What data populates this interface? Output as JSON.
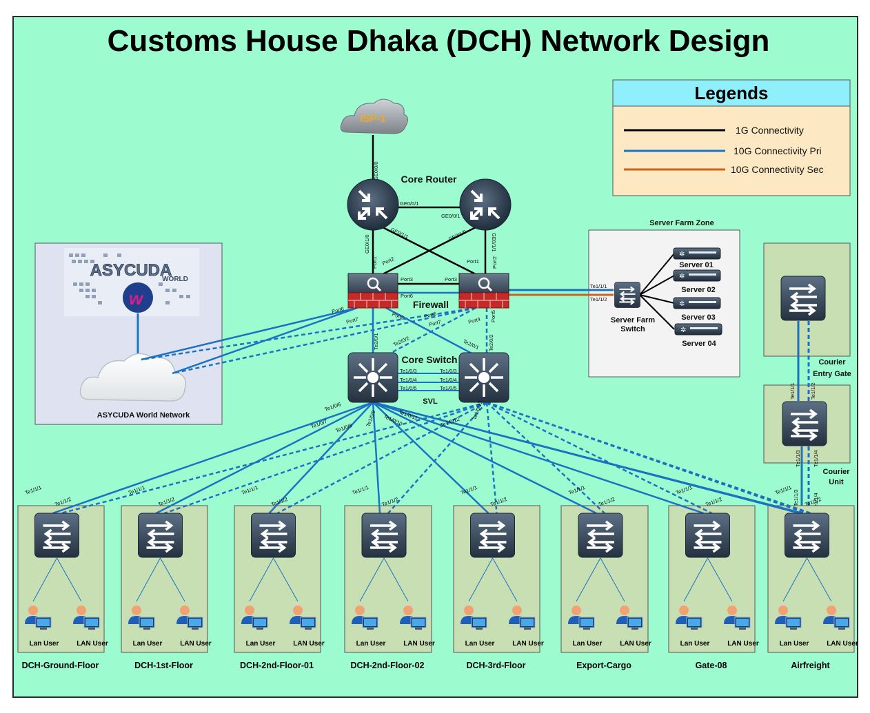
{
  "title": "Customs House Dhaka (DCH) Network Design",
  "legend": {
    "header": "Legends",
    "items": [
      {
        "label": "1G Connectivity",
        "color": "#000000"
      },
      {
        "label": "10G Connectivity Pri",
        "color": "#1a73c1"
      },
      {
        "label": "10G Connectivity Sec",
        "color": "#c8641e"
      }
    ]
  },
  "isp": {
    "label": "ISP-1",
    "port": "GE0/0/0"
  },
  "core_router": {
    "label": "Core Router",
    "link_ports": [
      "GE0/0/1",
      "GE0/0/1"
    ],
    "down_ports": [
      "GE0/1/0",
      "GE0/1/1",
      "GE0/1/0",
      "GE0/1/1"
    ]
  },
  "firewall": {
    "label": "Firewall",
    "ports_left": [
      "Port1",
      "Port2",
      "Port3",
      "Port6",
      "Port5",
      "Port6",
      "Port7",
      "Port4"
    ],
    "ports_right": [
      "Port1",
      "Port2",
      "Port3",
      "Port6",
      "Port7",
      "Port4",
      "Port5"
    ]
  },
  "core_switch": {
    "label": "Core Switch",
    "svl": "SVL",
    "svl_ports": [
      "Te1/0/3",
      "Te1/0/4",
      "Te1/0/5"
    ],
    "up_ports": [
      "Te2/0/1",
      "Te2/0/2",
      "Te2/0/1",
      "Te2/0/2"
    ]
  },
  "asycuda": {
    "logo_main": "ASYCUDA",
    "logo_sub": "WORLD",
    "label": "ASYCUDA World Network"
  },
  "server_farm": {
    "zone_label": "Server Farm Zone",
    "switch_label": "Server Farm Switch",
    "ports": [
      "Te1/1/1",
      "Te1/1/2"
    ],
    "servers": [
      "Server 01",
      "Server 02",
      "Server 03",
      "Server 04"
    ]
  },
  "courier": {
    "entry_gate": "Courier Entry Gate",
    "unit": "Courier Unit",
    "ports": [
      "Te1/1/1",
      "Te1/1/2",
      "Te1/1/3",
      "Te1/1/4",
      "Te1/1/3",
      "Te1/1/4"
    ]
  },
  "floors": [
    {
      "name": "DCH-Ground-Floor",
      "users": [
        "Lan User",
        "LAN User"
      ],
      "ports": [
        "Te1/1/1",
        "Te1/1/2"
      ]
    },
    {
      "name": "DCH-1st-Floor",
      "users": [
        "Lan User",
        "LAN User"
      ],
      "ports": [
        "Te1/1/1",
        "Te1/1/2"
      ]
    },
    {
      "name": "DCH-2nd-Floor-01",
      "users": [
        "Lan User",
        "LAN User"
      ],
      "ports": [
        "Te1/1/1",
        "Te1/1/2"
      ]
    },
    {
      "name": "DCH-2nd-Floor-02",
      "users": [
        "Lan User",
        "LAN User"
      ],
      "ports": [
        "Te1/1/1",
        "Te1/1/2"
      ]
    },
    {
      "name": "DCH-3rd-Floor",
      "users": [
        "Lan User",
        "LAN User"
      ],
      "ports": [
        "Te1/1/1",
        "Te1/1/2"
      ]
    },
    {
      "name": "Export-Cargo",
      "users": [
        "Lan User",
        "LAN User"
      ],
      "ports": [
        "Te1/1/1",
        "Te1/1/2"
      ]
    },
    {
      "name": "Gate-08",
      "users": [
        "Lan User",
        "LAN User"
      ],
      "ports": [
        "Te1/1/1",
        "Te1/1/2"
      ]
    },
    {
      "name": "Airfreight",
      "users": [
        "Lan User",
        "LAN User"
      ],
      "ports": [
        "Te1/1/1",
        "Te1/1/2"
      ]
    }
  ],
  "cs_down_ports": [
    "Te1/0/6",
    "Te1/0/7",
    "Te1/0/8",
    "Te1/0/9",
    "Te1/0/10",
    "Te1/0/11",
    "Te1/0/12",
    "Te1/0/13"
  ]
}
